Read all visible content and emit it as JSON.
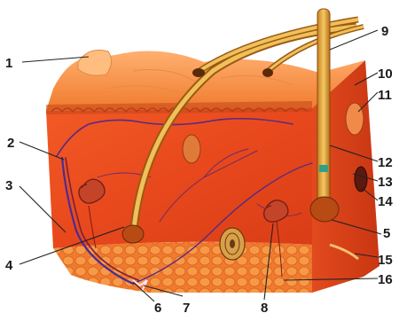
{
  "figure": {
    "labels": [
      {
        "id": "1",
        "text": "1"
      },
      {
        "id": "2",
        "text": "2"
      },
      {
        "id": "3",
        "text": "3"
      },
      {
        "id": "4",
        "text": "4"
      },
      {
        "id": "5",
        "text": "5"
      },
      {
        "id": "6",
        "text": "6"
      },
      {
        "id": "7",
        "text": "7"
      },
      {
        "id": "8",
        "text": "8"
      },
      {
        "id": "9",
        "text": "9"
      },
      {
        "id": "10",
        "text": "10"
      },
      {
        "id": "11",
        "text": "11"
      },
      {
        "id": "12",
        "text": "12"
      },
      {
        "id": "13",
        "text": "13"
      },
      {
        "id": "14",
        "text": "14"
      },
      {
        "id": "15",
        "text": "15"
      },
      {
        "id": "16",
        "text": "16"
      }
    ]
  }
}
